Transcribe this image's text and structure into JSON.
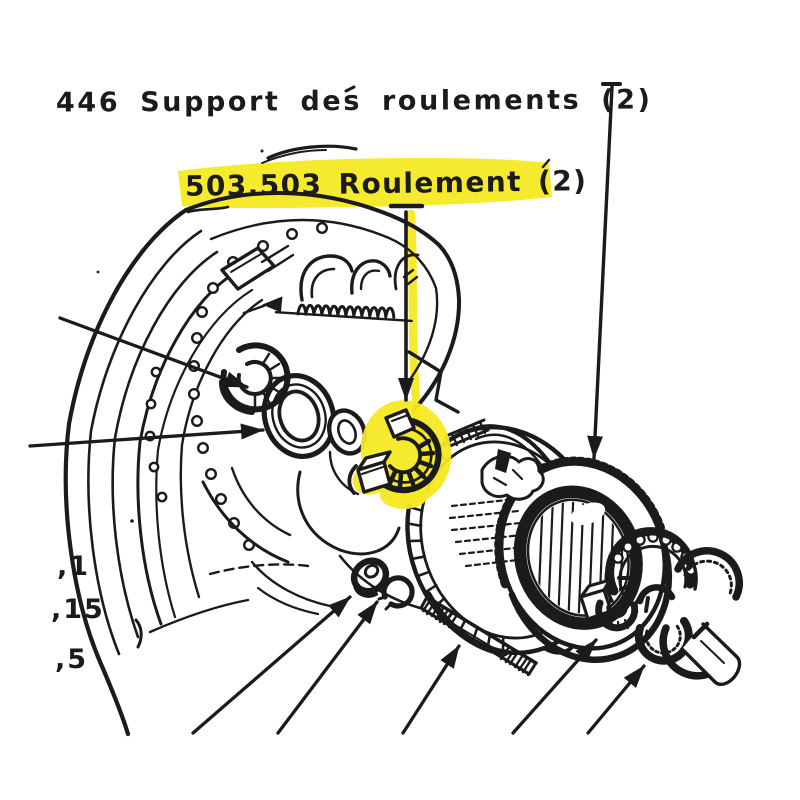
{
  "page": {
    "kind": "scanned exploded-parts diagram",
    "background": "#ffffff",
    "ink": "#1b1b1b",
    "highlight": "#f4e923"
  },
  "labels": {
    "support": {
      "full": "446 Support des roulements (2)",
      "part_number": "446",
      "part_name": "Support des roulements",
      "quantity": "2",
      "highlighted": false
    },
    "roulement": {
      "full": "503.503 Roulement (2)",
      "part_number": "503.503",
      "part_name": "Roulement",
      "quantity": "2",
      "highlighted": true
    }
  },
  "margin_fragments": [
    ",1",
    ",15",
    ",5"
  ],
  "figure": {
    "parts_drawn": [
      "brake-backing-plate",
      "bearing-support-crescent",
      "seal-ring",
      "small-ring",
      "coil-spring",
      "highlighted-split-bearing",
      "hub-drum",
      "bearing-cage-block",
      "bearing-half-shells",
      "outer-race-halves",
      "stub-axle-shaft",
      "flat-washer",
      "lock-washer",
      "threaded-stud"
    ],
    "arrow_count": 9
  }
}
